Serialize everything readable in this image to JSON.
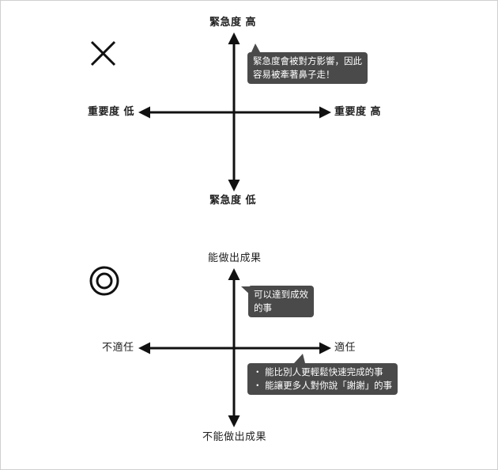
{
  "diagram_top": {
    "marker": "cross",
    "axis_top": "緊急度 高",
    "axis_bottom": "緊急度 低",
    "axis_left": "重要度 低",
    "axis_right": "重要度 高",
    "callout_lines": [
      "緊急度會被對方影響，因此",
      "容易被牽著鼻子走！"
    ]
  },
  "diagram_bottom": {
    "marker": "double-circle",
    "axis_top": "能做出成果",
    "axis_bottom": "不能做出成果",
    "axis_left": "不適任",
    "axis_right": "適任",
    "callout_a_lines": [
      "可以達到成效",
      "的事"
    ],
    "callout_b_lines": [
      "・ 能比別人更輕鬆快速完成的事",
      "・ 能讓更多人對你說「謝謝」的事"
    ]
  },
  "colors": {
    "axis": "#111111",
    "callout_bg": "#4a4a4a",
    "callout_text": "#ffffff",
    "frame": "#cfcfcf"
  }
}
